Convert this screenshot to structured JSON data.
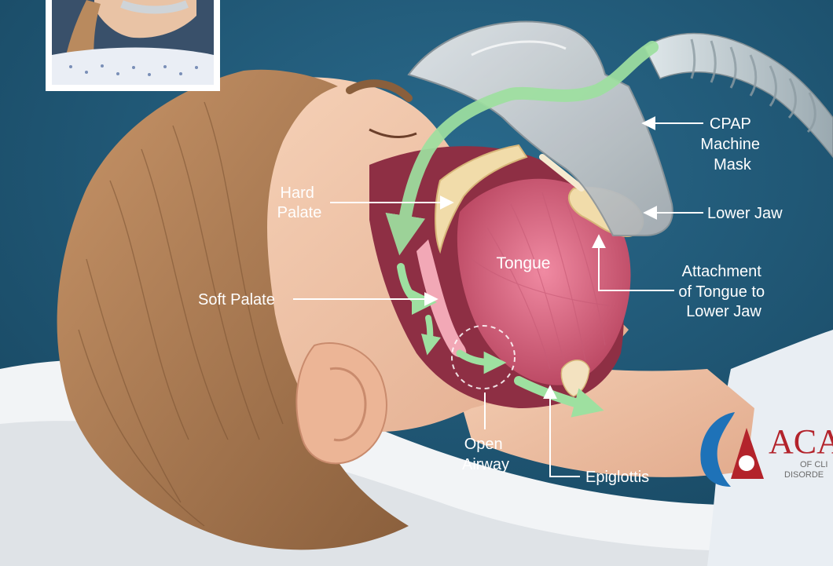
{
  "labels": {
    "cpap_mask": [
      "CPAP",
      "Machine",
      "Mask"
    ],
    "hard_palate": [
      "Hard",
      "Palate"
    ],
    "lower_jaw": "Lower Jaw",
    "tongue": "Tongue",
    "attachment": [
      "Attachment",
      "of Tongue to",
      "Lower Jaw"
    ],
    "soft_palate": "Soft Palate",
    "open_airway": [
      "Open",
      "Airway"
    ],
    "epiglottis": "Epiglottis"
  },
  "logo": {
    "main_text": "ACA",
    "sub_line_1": "OF CLI",
    "sub_line_2": "DISORDE"
  },
  "colors": {
    "background": "#1b5270",
    "airflow_arrow": "#9ee0a0",
    "tongue": "#d96a86",
    "skin": "#f1c3a6",
    "hair": "#a8764e",
    "mask": "#c9cdd0",
    "logo_red": "#b3232b",
    "logo_blue": "#1e72b8"
  }
}
